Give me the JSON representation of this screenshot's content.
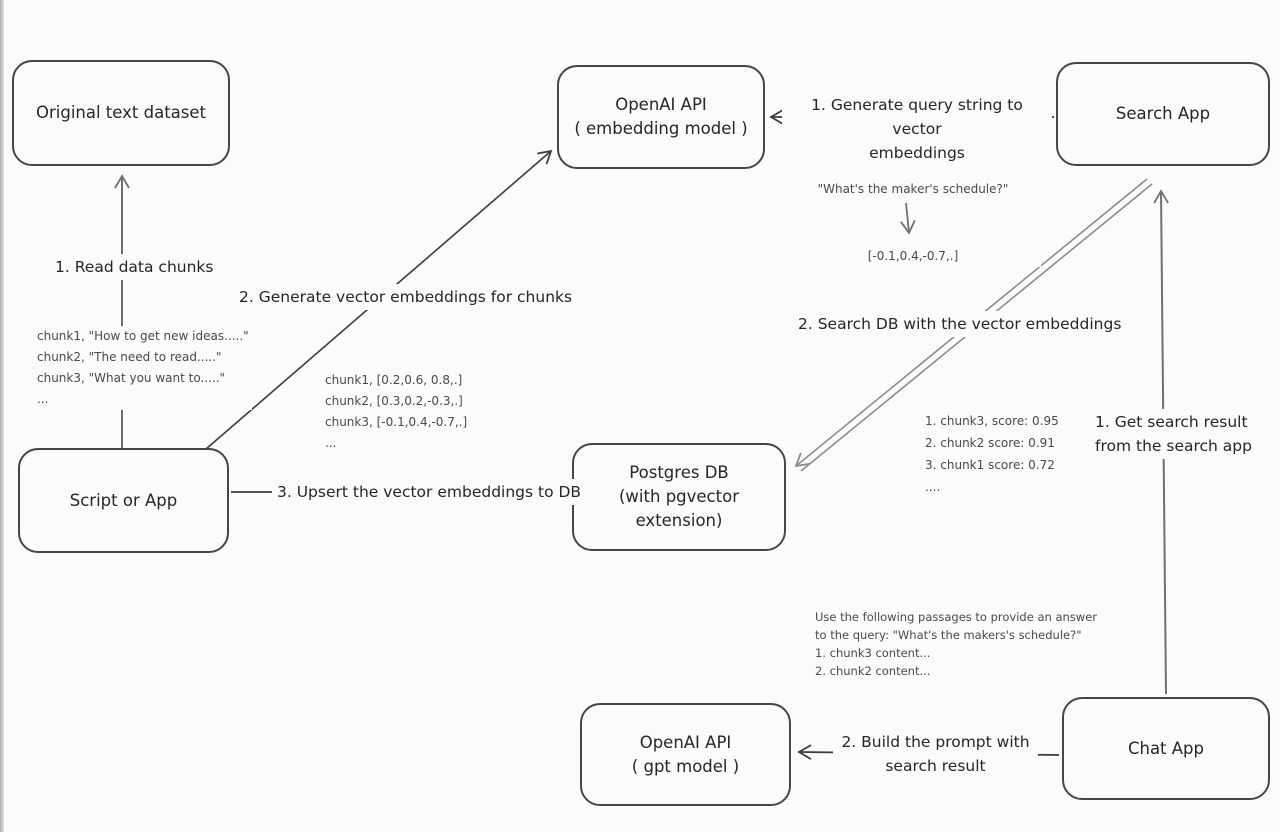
{
  "colors": {
    "background": "#fbfbfb",
    "box_border": "#464646",
    "arrow_dark": "#3c3c3c",
    "arrow_gray": "#707070",
    "arrow_light_gray": "#8c8c8c",
    "annotation_text": "#4a4a4a"
  },
  "nodes": {
    "original_dataset": {
      "label": "Original text dataset"
    },
    "openai_embedding": {
      "line1": "OpenAI API",
      "line2": "( embedding model )"
    },
    "search_app": {
      "label": "Search App"
    },
    "script_app": {
      "label": "Script or App"
    },
    "postgres_db": {
      "line1": "Postgres DB",
      "line2": "(with pgvector extension)"
    },
    "openai_gpt": {
      "line1": "OpenAI API",
      "line2": "( gpt model )"
    },
    "chat_app": {
      "label": "Chat App"
    }
  },
  "edge_labels": {
    "read_chunks": "1. Read data chunks",
    "generate_embeddings": "2. Generate vector embeddings for chunks",
    "upsert": "3. Upsert the vector embeddings to DB",
    "query_to_vector_line1": "1. Generate query string to vector",
    "query_to_vector_line2": "embeddings",
    "search_db": "2. Search DB with the vector embeddings",
    "get_result_line1": "1. Get search result",
    "get_result_line2": "from the search app",
    "build_prompt_line1": "2. Build the prompt with",
    "build_prompt_line2": "search result"
  },
  "annotations": {
    "chunks_list": [
      "chunk1, \"How to get new ideas.....\"",
      "chunk2, \"The need to read.....\"",
      "chunk3, \"What you want to.....\"",
      "..."
    ],
    "embeddings_list": [
      "chunk1, [0.2,0.6, 0.8,.]",
      "chunk2, [0.3,0.2,-0.3,.]",
      "chunk3, [-0.1,0.4,-0.7,.]",
      "..."
    ],
    "query_text": "\"What's the maker's schedule?\"",
    "query_vector": "[-0.1,0.4,-0.7,.]",
    "scores_list": [
      "1. chunk3, score: 0.95",
      "2. chunk2 score: 0.91",
      "3. chunk1 score: 0.72",
      "...."
    ],
    "prompt_lines": [
      "Use the following passages to provide an answer",
      "to the query: \"What's the makers's schedule?\"",
      "1. chunk3 content...",
      "2. chunk2 content..."
    ]
  }
}
